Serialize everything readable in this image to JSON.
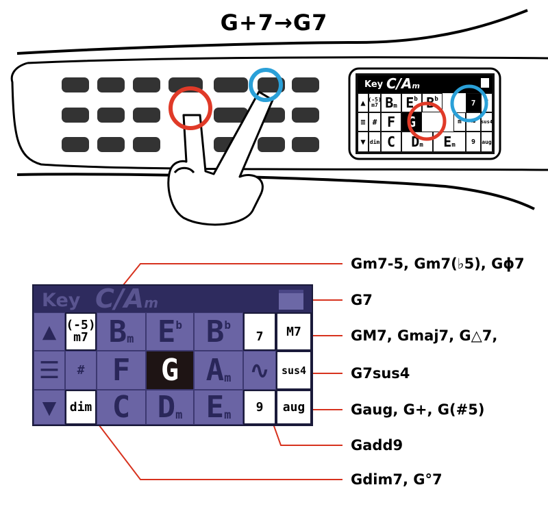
{
  "title": "G+7→G7",
  "device_screen": {
    "key_label": "Key",
    "key_value": "C/A",
    "key_value_suffix": "m",
    "cells": [
      "(-5)",
      "m7",
      "B",
      "m",
      "E",
      "b",
      "B",
      "b",
      "7",
      "7",
      "#",
      "F",
      "G",
      "m",
      "sus4",
      "dim",
      "C",
      "D",
      "m",
      "E",
      "m",
      "9",
      "aug"
    ]
  },
  "panel": {
    "key_label": "Key",
    "key_value": "C/A",
    "key_value_suffix": "m",
    "row1": {
      "flat5_top": "(-5)",
      "flat5_bottom": "m7",
      "c1": "B",
      "c1_sub": "m",
      "c2": "E",
      "c2_sup": "b",
      "c3": "B",
      "c3_sup": "b",
      "mod1": "7",
      "mod2": "M7"
    },
    "row2": {
      "sharp": "#",
      "c1": "F",
      "c2": "G",
      "c3": "A",
      "c3_sub": "m",
      "mod2": "sus4"
    },
    "row3": {
      "dim": "dim",
      "c1": "C",
      "c2": "D",
      "c2_sub": "m",
      "c3": "E",
      "c3_sub": "m",
      "mod1": "9",
      "mod2": "aug"
    }
  },
  "labels": {
    "m7b5": "Gm7-5, Gm7(♭5), Gϕ7",
    "seven": "G7",
    "maj7": "GM7, Gmaj7, G△7,",
    "sus4": "G7sus4",
    "aug": "Gaug, G+, G(#5)",
    "add9": "Gadd9",
    "dim7": "Gdim7, G°7"
  },
  "colors": {
    "panel_bg": "#6a64a4",
    "panel_header": "#2e2b5e",
    "leader_line": "#d7321e",
    "ring_red": "#e03a28",
    "ring_blue": "#2aa0d8"
  }
}
